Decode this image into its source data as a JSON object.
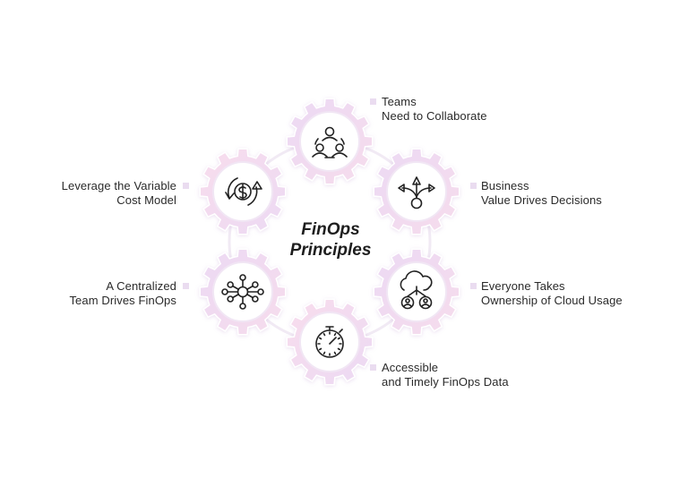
{
  "diagram": {
    "title_lines": [
      "FinOps",
      "Principles"
    ],
    "colors": {
      "gear_pink": "#f7d9e8",
      "gear_purple": "#e8d7f2",
      "gear_border": "#ffffff",
      "icon_stroke": "#222222",
      "marker": "#eadcf0"
    },
    "principles": [
      {
        "lines": [
          "Teams",
          "Need to Collaborate"
        ],
        "icon": "team-collaborate-icon"
      },
      {
        "lines": [
          "Business",
          "Value Drives Decisions"
        ],
        "icon": "decision-arrows-icon"
      },
      {
        "lines": [
          "Everyone Takes",
          "Ownership of Cloud Usage"
        ],
        "icon": "cloud-users-icon"
      },
      {
        "lines": [
          "Accessible",
          "and Timely FinOps Data"
        ],
        "icon": "stopwatch-icon"
      },
      {
        "lines": [
          "A Centralized",
          "Team Drives FinOps"
        ],
        "icon": "hub-network-icon"
      },
      {
        "lines": [
          "Leverage the Variable",
          "Cost Model"
        ],
        "icon": "dollar-cycle-icon"
      }
    ]
  }
}
